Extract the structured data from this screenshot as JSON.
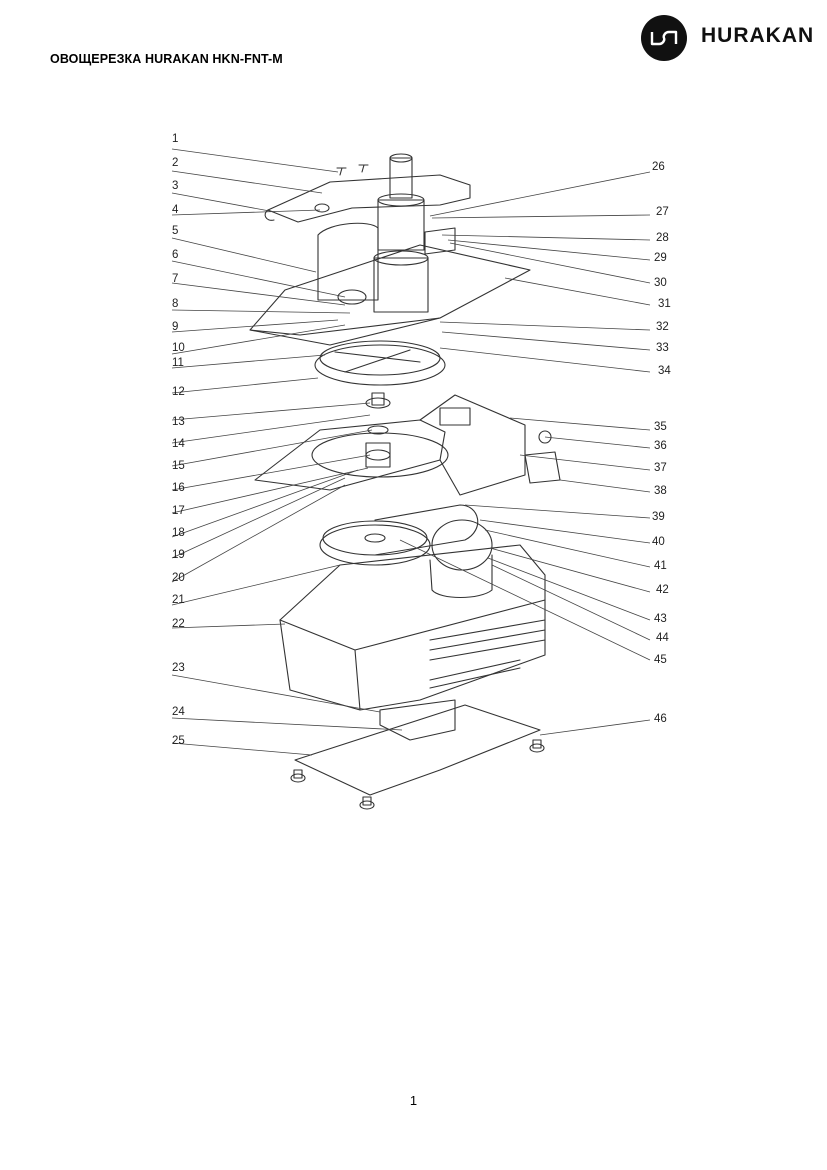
{
  "header": {
    "title": "ОВОЩЕРЕЗКА HURAKAN HKN-FNT-M"
  },
  "logo": {
    "brand": "HURAKAN"
  },
  "diagram": {
    "callouts": [
      "1",
      "2",
      "3",
      "4",
      "5",
      "6",
      "7",
      "8",
      "9",
      "10",
      "11",
      "12",
      "13",
      "14",
      "15",
      "16",
      "17",
      "18",
      "19",
      "20",
      "21",
      "22",
      "23",
      "24",
      "25",
      "26",
      "27",
      "28",
      "29",
      "30",
      "31",
      "32",
      "33",
      "34",
      "35",
      "36",
      "37",
      "38",
      "39",
      "40",
      "41",
      "42",
      "43",
      "44",
      "45",
      "46"
    ]
  },
  "footer": {
    "page_number": "1"
  }
}
